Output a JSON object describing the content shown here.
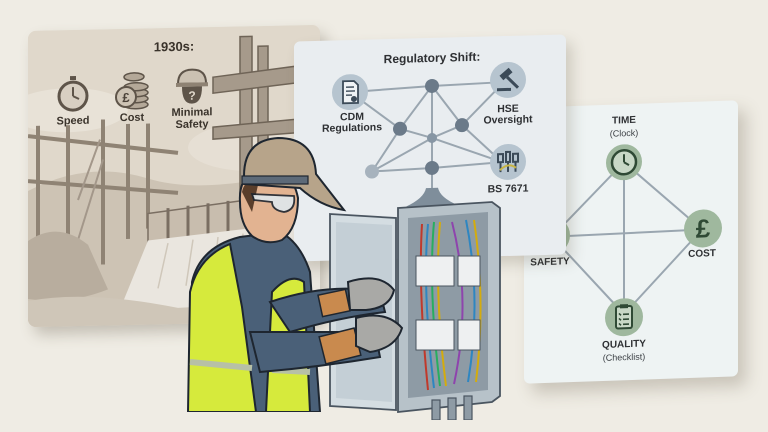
{
  "colors": {
    "background": "#efece4",
    "sepia_panel": "#ddd5c8",
    "sepia_ink": "#7a6e62",
    "regulatory_panel": "#e9edf0",
    "regulatory_node": "#6b7a89",
    "regulatory_icon_bg": "#b6c4cf",
    "balance_panel": "#eef3f3",
    "balance_icon_bg": "#9fb89e",
    "balance_icon_ink": "#2f4a35",
    "line_gray": "#9aa6b0",
    "hi_vis_vest": "#d6ea3c",
    "shirt_blue": "#4a6078",
    "hard_hat": "#b7a48a",
    "enclosure_gray": "#b7c2c9"
  },
  "history_panel": {
    "title": "1930s:",
    "items": [
      {
        "icon": "stopwatch-icon",
        "label": "Speed"
      },
      {
        "icon": "pound-coins-icon",
        "label": "Cost"
      },
      {
        "icon": "hard-hat-question-icon",
        "label": "Minimal Safety",
        "line1": "Minimal",
        "line2": "Safety"
      }
    ],
    "scene": "hydroelectric-dam-construction"
  },
  "regulatory_panel": {
    "title": "Regulatory Shift:",
    "items": [
      {
        "icon": "document-seal-icon",
        "label": "CDM Regulations",
        "line1": "CDM",
        "line2": "Regulations"
      },
      {
        "icon": "gavel-icon",
        "label": "HSE Oversight",
        "line1": "HSE",
        "line2": "Oversight"
      },
      {
        "icon": "electrical-plugs-icon",
        "label": "BS 7671"
      }
    ]
  },
  "balance_panel": {
    "nodes": [
      {
        "id": "time",
        "icon": "clock-icon",
        "label": "TIME",
        "sub": "(Clock)"
      },
      {
        "id": "safety",
        "icon": "shield-plus-icon",
        "label": "SAFETY",
        "sub": ""
      },
      {
        "id": "cost",
        "icon": "pound-icon",
        "label": "COST",
        "sub": ""
      },
      {
        "id": "quality",
        "icon": "clipboard-checklist-icon",
        "label": "QUALITY",
        "sub": "(Checklist)"
      }
    ],
    "pound_glyph": "£"
  },
  "foreground": {
    "subject": "electrician-in-hi-vis-vest-inspecting-distribution-board"
  }
}
